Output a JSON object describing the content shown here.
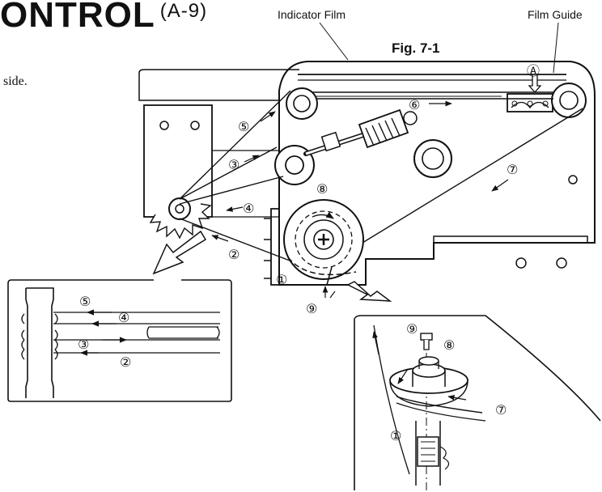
{
  "heading": {
    "title": "ONTROL",
    "suffix": "(A-9)"
  },
  "side_note": "side.",
  "labels": {
    "indicator_film": "Indicator Film",
    "film_guide": "Film Guide",
    "fig": "Fig. 7-1"
  },
  "markers": {
    "A": "Ⓐ",
    "n1": "①",
    "n2": "②",
    "n3": "③",
    "n4": "④",
    "n5": "⑤",
    "n6": "⑥",
    "n7": "⑦",
    "n8": "⑧",
    "n9": "⑨"
  }
}
